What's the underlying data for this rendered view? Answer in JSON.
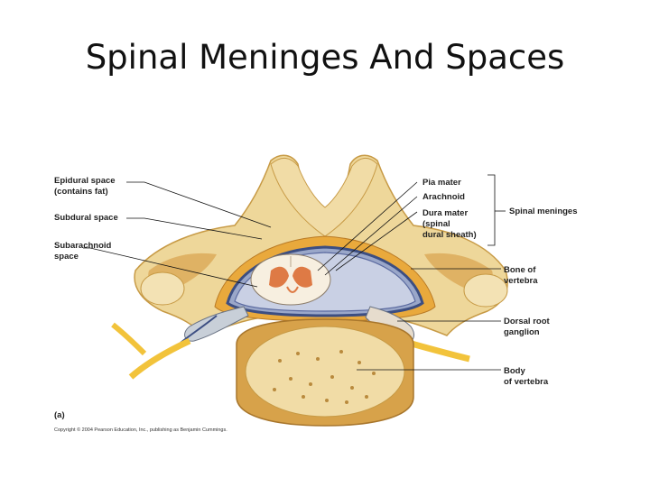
{
  "slide": {
    "title": "Spinal Meninges And Spaces"
  },
  "labels_left": {
    "epidural_1": "Epidural space",
    "epidural_2": "(contains fat)",
    "subdural": "Subdural space",
    "subarachnoid_1": "Subarachnoid",
    "subarachnoid_2": "space"
  },
  "labels_right": {
    "pia": "Pia mater",
    "arachnoid": "Arachnoid",
    "dura_1": "Dura mater",
    "dura_2": "(spinal",
    "dura_3": "dural sheath)",
    "meninges": "Spinal meninges",
    "bone_1": "Bone of",
    "bone_2": "vertebra",
    "ganglion_1": "Dorsal root",
    "ganglion_2": "ganglion",
    "body_1": "Body",
    "body_2": "of vertebra"
  },
  "figure_tag": "(a)",
  "copyright": "Copyright © 2004 Pearson Education, Inc., publishing as Benjamin Cummings.",
  "colors": {
    "bone": "#eed79a",
    "bone_dark": "#d7a24a",
    "fat": "#e9a93c",
    "dura": "#3c4e82",
    "cord": "#f7efe0",
    "gray_matter": "#de7a45",
    "nerve": "#f2c33b"
  }
}
